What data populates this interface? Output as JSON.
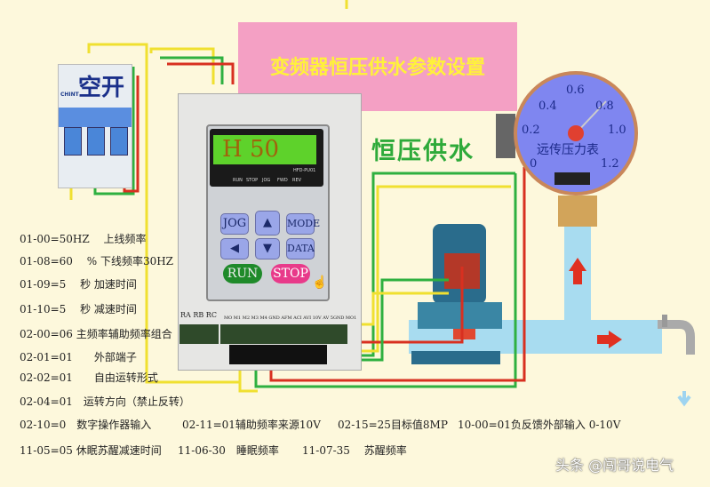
{
  "title": "变频器恒压供水参数设置",
  "subtitle": "恒压供水",
  "breaker": {
    "label": "空开",
    "brand": "CHINT"
  },
  "inverter": {
    "display": "H 50",
    "model": "HFD-PU01",
    "indicators": [
      "RUN",
      "STOP",
      "JOG",
      "FWD",
      "REV"
    ],
    "keys": {
      "jog": "JOG",
      "mode": "MODE",
      "data": "DATA",
      "run": "RUN",
      "stop": "STOP"
    },
    "relay_terminals": "RA RB RC",
    "io_terminals": "MO M1 M2 M3 M4 GND AFM ACI AVI 10V AV 5GND MO1"
  },
  "gauge": {
    "label": "远传压力表",
    "ticks": [
      "0",
      "0.2",
      "0.4",
      "0.6",
      "0.8",
      "1.0",
      "1.2"
    ],
    "reading": 0.8
  },
  "params_left": [
    "01-00=50HZ　 上线频率",
    "01-08=60　 % 下线频率30HZ",
    "01-09=5　 秒 加速时间",
    "01-10=5　 秒 减速时间",
    "02-00=06 主频率辅助频率组合",
    "02-01=01　　外部端子",
    "02-02=01　　自由运转形式",
    "02-04=01　运转方向（禁止反转）",
    "02-10=0　数字操作器输入",
    "11-05=05 休眠苏醒减速时间"
  ],
  "params_bottom": [
    "02-11=01辅助频率来源10V",
    "02-15=25目标值8MP",
    "10-00=01负反馈外部输入 0-10V",
    "11-06-30　睡眠频率",
    "11-07-35　 苏醒频率"
  ],
  "watermark": "头条 @闯哥说电气",
  "colors": {
    "background": "#fdf8dc",
    "title_box": "#f4a0c4",
    "title_text": "#fff23a",
    "subtitle": "#2eaa3a",
    "pipe": "#a8dcf0",
    "gauge": "#7f86f0"
  }
}
